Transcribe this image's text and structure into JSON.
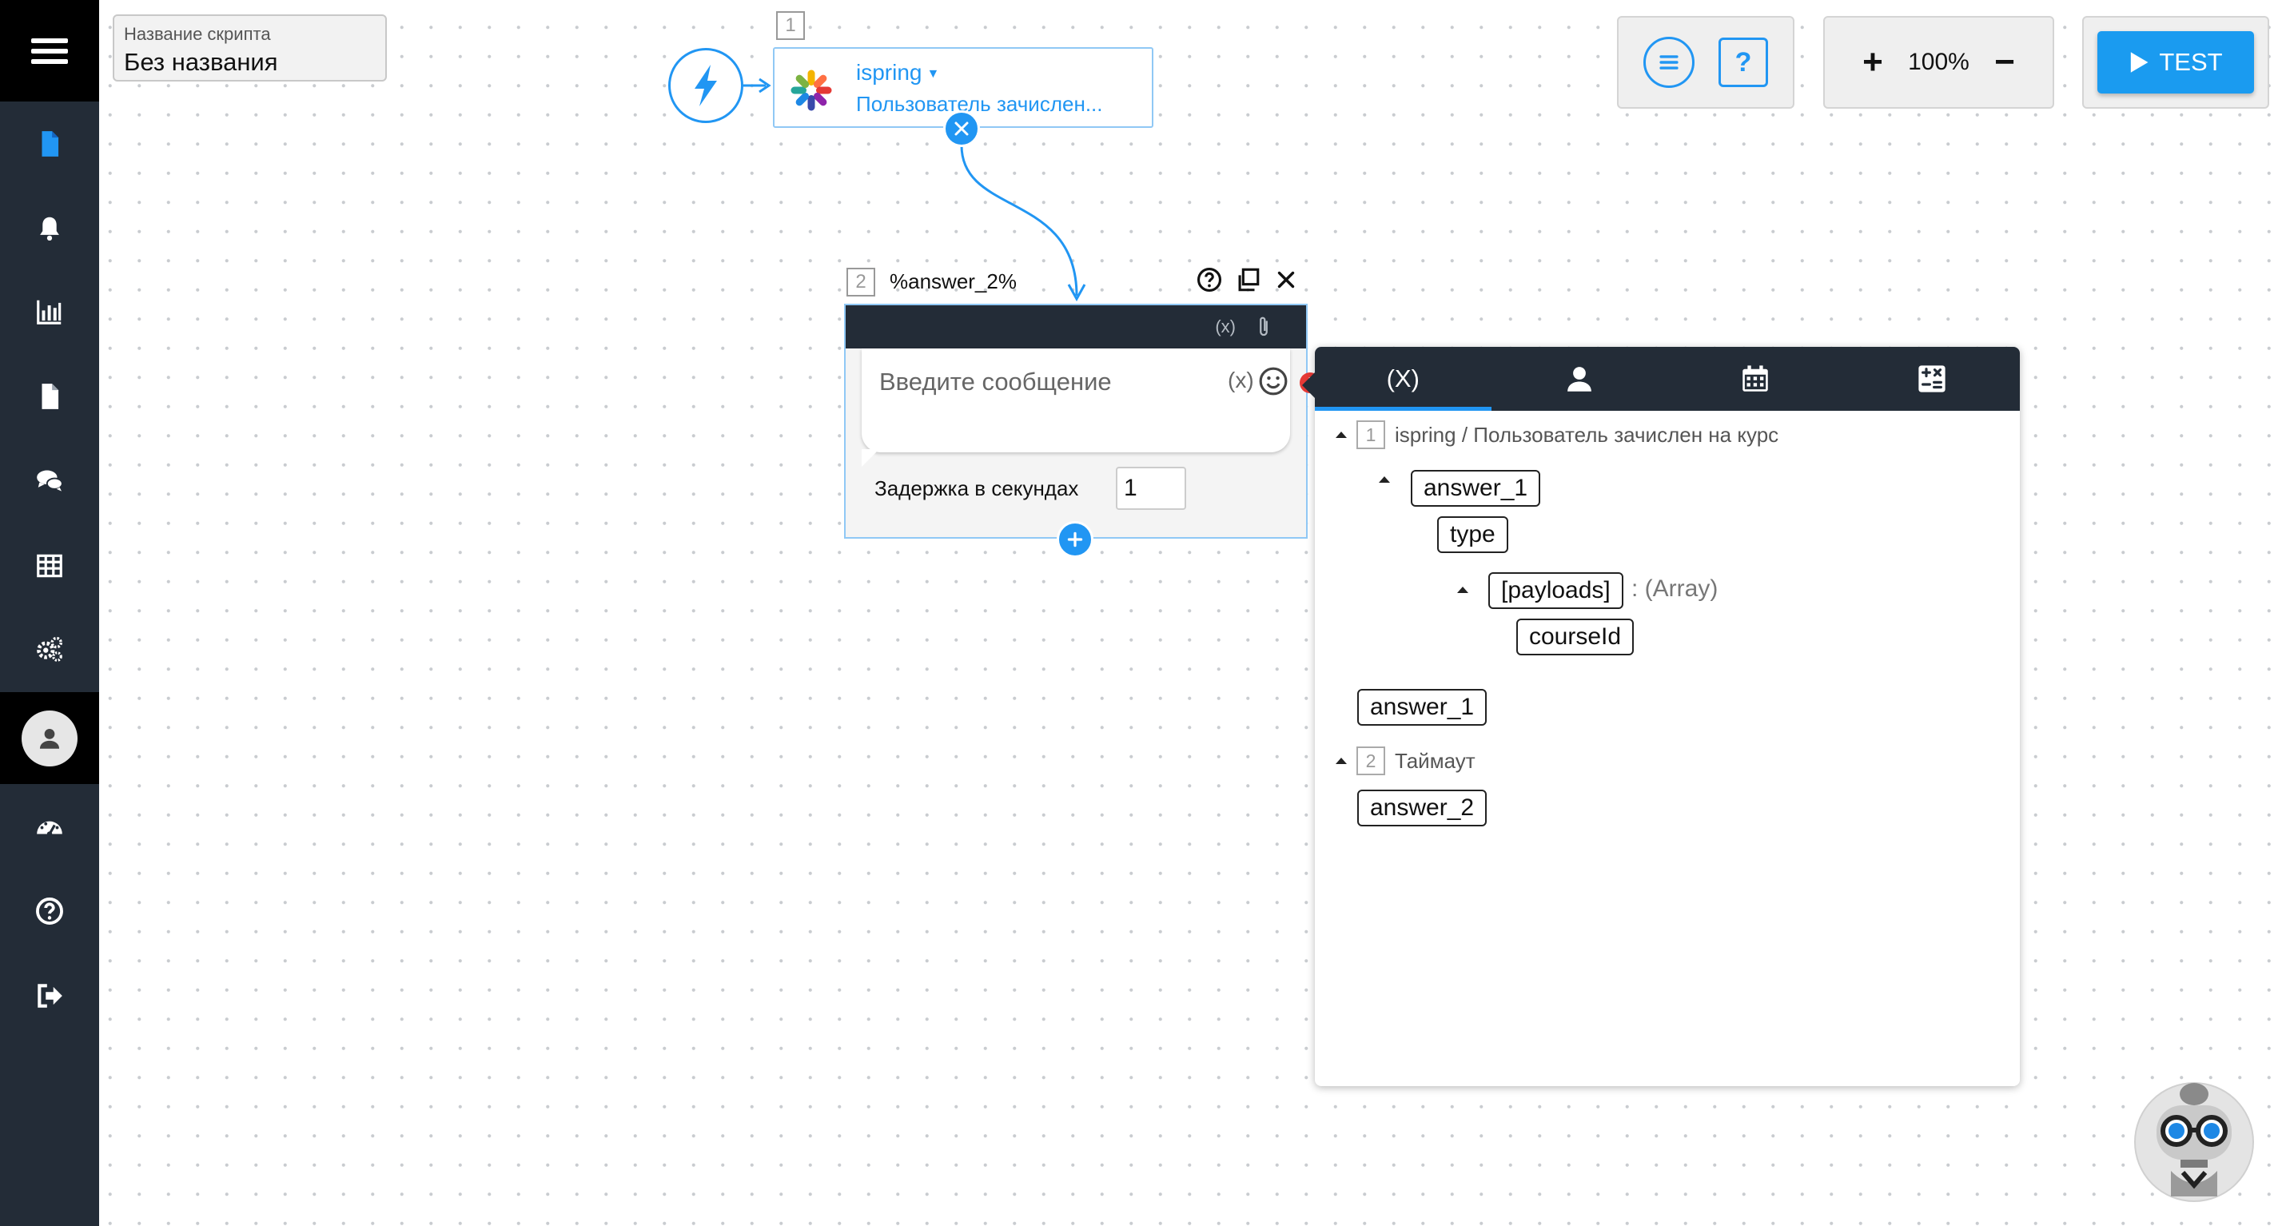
{
  "app": {
    "script_name_label": "Название скрипта",
    "script_name_value": "Без названия"
  },
  "toolbar": {
    "zoom_level": "100%",
    "zoom_in_icon": "plus-icon",
    "zoom_out_icon": "minus-icon",
    "help_label": "?",
    "test_label": "TEST"
  },
  "nodes": {
    "node1": {
      "number": "1",
      "app": "ispring",
      "event": "Пользователь зачислен..."
    },
    "node2": {
      "number": "2",
      "title": "%answer_2%",
      "var_icon_label": "(x)",
      "message_placeholder": "Введите сообщение",
      "message_var_label": "(x)",
      "alert_label": "!",
      "delay_label": "Задержка в секундах",
      "delay_value": "1"
    }
  },
  "variables_popup": {
    "tabs": [
      {
        "label": "(X)",
        "active": true
      },
      {
        "icon": "user-icon"
      },
      {
        "icon": "calendar-icon"
      },
      {
        "icon": "calculator-icon"
      }
    ],
    "groups": [
      {
        "number": "1",
        "title": "ispring / Пользователь зачислен на курс",
        "answer": "answer_1",
        "fields": {
          "type": "type",
          "payloads": "[payloads]",
          "payloads_type": ": (Array)",
          "course_id": "courseId"
        },
        "answer_root": "answer_1"
      },
      {
        "number": "2",
        "title": "Таймаут",
        "answer": "answer_2"
      }
    ]
  },
  "colors": {
    "sidebar": "#232c37",
    "accent": "#2196f3",
    "test_button": "#1a9bf0",
    "alert": "#e53935"
  }
}
